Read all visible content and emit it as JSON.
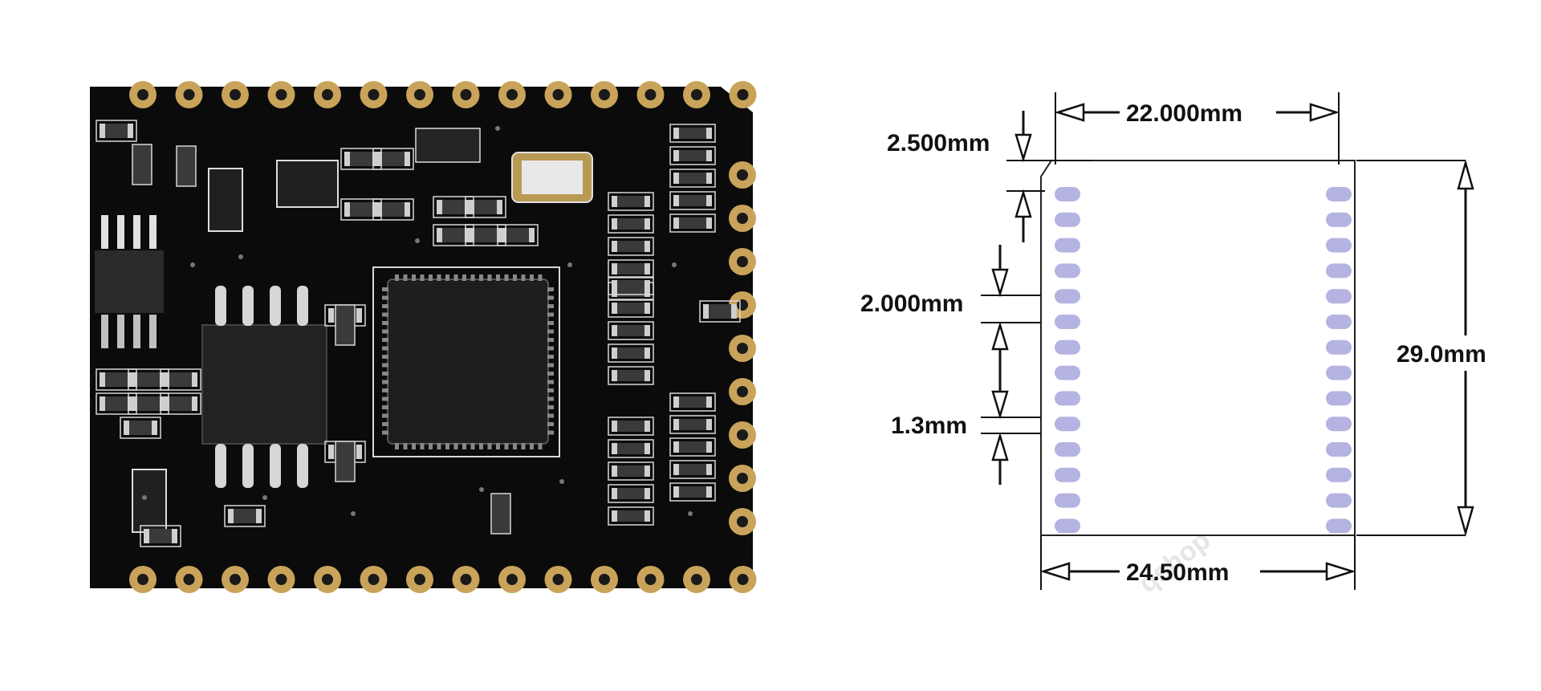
{
  "photo": {
    "description_icon": "pcb-module-photo",
    "board_color": "#0b0b0b",
    "pad_color": "#c9a35a",
    "silk_color": "#d8d8d8"
  },
  "drawing": {
    "dims": {
      "top_width": "22.000mm",
      "bottom_width": "24.50mm",
      "height": "29.0mm",
      "offset": "2.500mm",
      "pitch": "2.000mm",
      "pad": "1.3mm"
    },
    "pad_color": "#b4b3e2",
    "watermark": "qshop"
  }
}
